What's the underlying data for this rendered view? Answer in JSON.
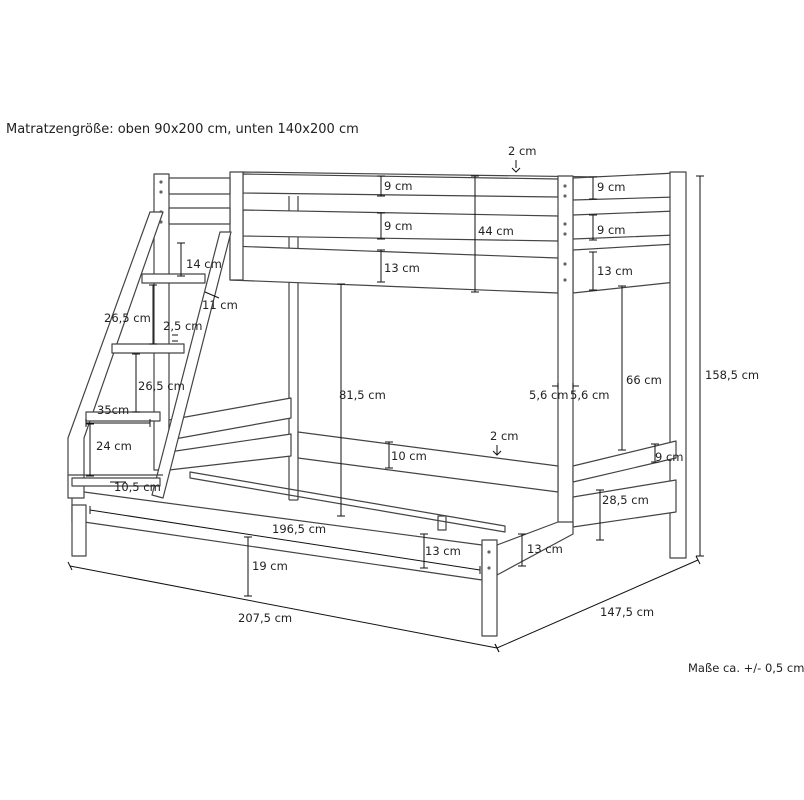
{
  "header": {
    "title": "Matratzengröße: oben 90x200 cm, unten 140x200 cm",
    "tolerance": "Maße ca. +/- 0,5 cm"
  },
  "dimensions": {
    "rail_top_gap": "2 cm",
    "rail_top_left": "9 cm",
    "rail_mid_left": "9 cm",
    "rail_low_left": "13 cm",
    "rail_top_right": "9 cm",
    "rail_mid_right": "9 cm",
    "rail_low_right": "13 cm",
    "guard_height": "44 cm",
    "total_height": "158,5 cm",
    "ladder_step_depth": "14 cm",
    "ladder_step_thickness": "11 cm",
    "ladder_step_space_top": "26,5 cm",
    "ladder_rail_offset": "2,5 cm",
    "ladder_step_space_mid": "26,5 cm",
    "ladder_width": "35cm",
    "ladder_bottom_height": "24 cm",
    "ladder_foot": "10,5 cm",
    "under_clearance": "81,5 cm",
    "post_width_left": "5,6 cm",
    "post_width_right": "5,6 cm",
    "upper_lower_gap": "66 cm",
    "lower_guard_gap": "2 cm",
    "lower_guard_rail": "10 cm",
    "lower_end_rail": "9 cm",
    "lower_end_height": "28,5 cm",
    "inner_length": "196,5 cm",
    "side_rail_height": "13 cm",
    "front_rail_height": "13 cm",
    "floor_clearance": "19 cm",
    "total_length": "207,5 cm",
    "total_width": "147,5 cm"
  }
}
